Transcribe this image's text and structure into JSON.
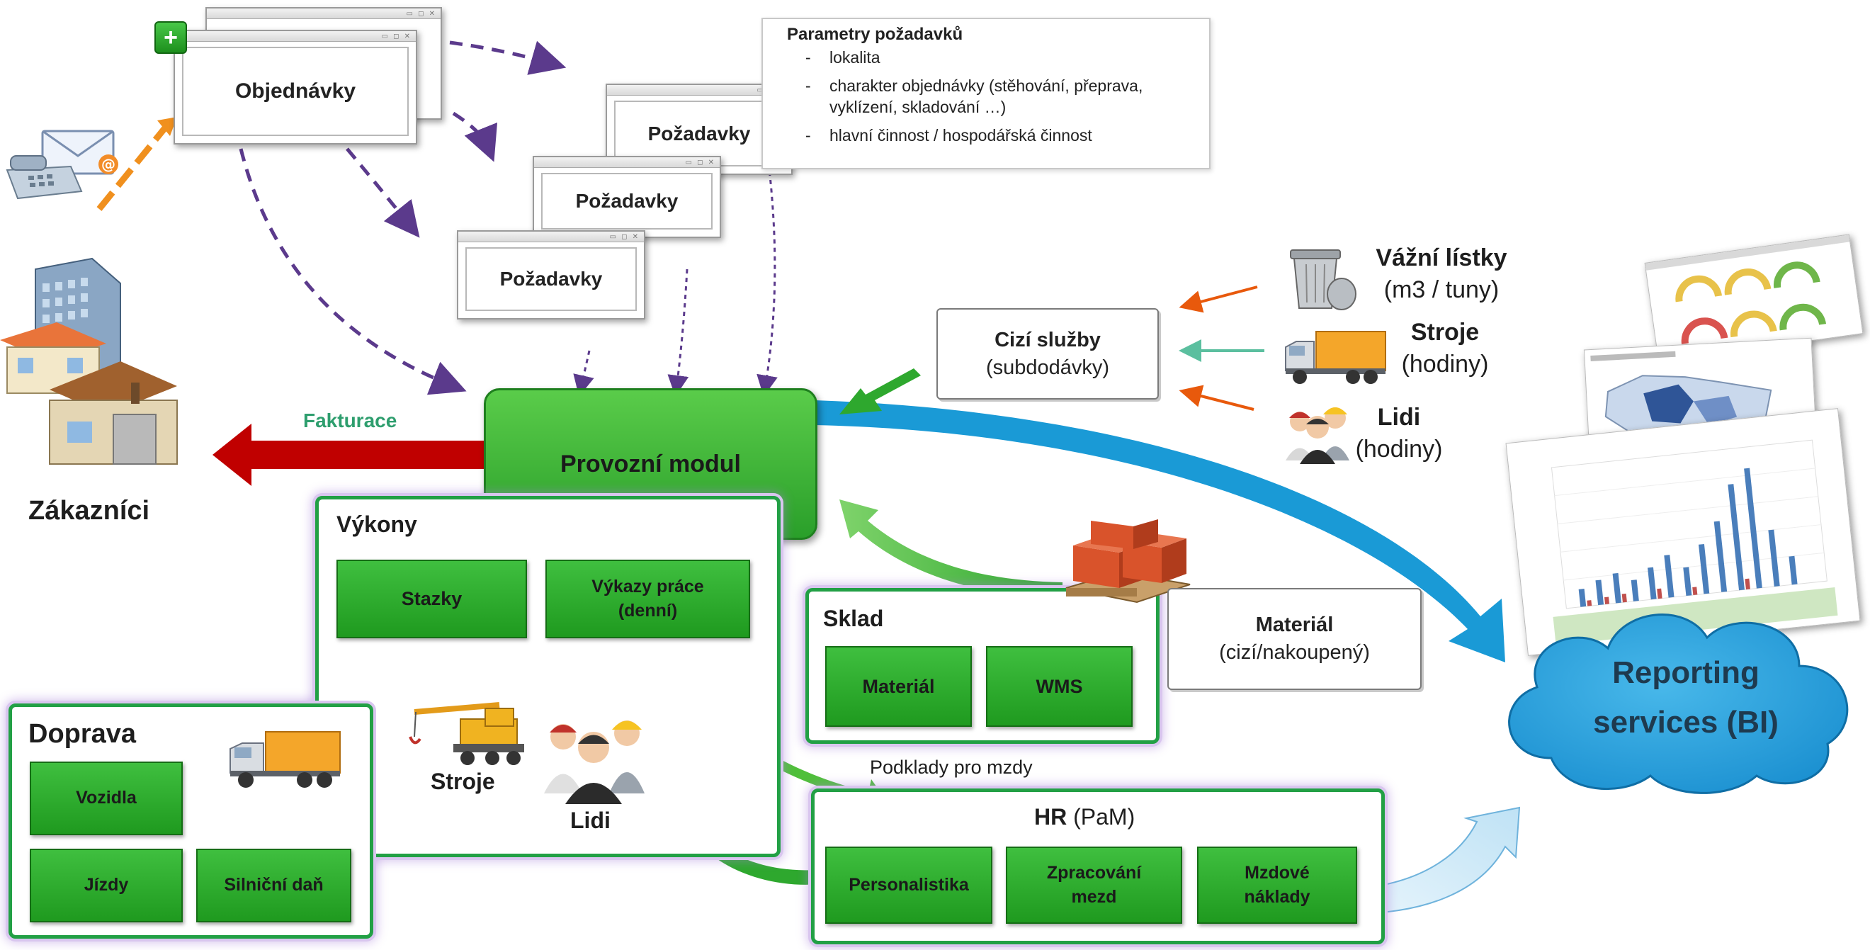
{
  "orders": {
    "title": "Objednávky"
  },
  "requests": {
    "label1": "Požadavky",
    "label2": "Požadavky",
    "label3": "Požadavky"
  },
  "params": {
    "title": "Parametry požadavků",
    "items": [
      "lokalita",
      "charakter objednávky (stěhování, přeprava, vyklízení, skladování …)",
      "hlavní činnost / hospodářská činnost"
    ]
  },
  "customers": {
    "label": "Zákazníci",
    "invoicing": "Fakturace"
  },
  "main_module": {
    "label": "Provozní modul"
  },
  "foreign_services": {
    "title": "Cizí služby",
    "subtitle": "(subdodávky)"
  },
  "inputs": {
    "weighing": {
      "title": "Vážní lístky",
      "unit": "(m3 / tuny)"
    },
    "machines": {
      "title": "Stroje",
      "unit": "(hodiny)"
    },
    "people": {
      "title": "Lidi",
      "unit": "(hodiny)"
    }
  },
  "vykony": {
    "title": "Výkony",
    "stazky": "Stazky",
    "vykazy_line1": "Výkazy práce",
    "vykazy_line2": "(denní)",
    "machines": "Stroje",
    "people": "Lidi"
  },
  "doprava": {
    "title": "Doprava",
    "vozidla": "Vozidla",
    "jizdy": "Jízdy",
    "dan": "Silniční daň"
  },
  "sklad": {
    "title": "Sklad",
    "material": "Materiál",
    "wms": "WMS"
  },
  "material_box": {
    "title": "Materiál",
    "subtitle": "(cizí/nakoupený)"
  },
  "payroll_note": "Podklady pro mzdy",
  "hr": {
    "title_bold": "HR",
    "title_rest": " (PaM)",
    "personalistika": "Personalistika",
    "zprac_line1": "Zpracování",
    "zprac_line2": "mezd",
    "mzd_line1": "Mzdové",
    "mzd_line2": "náklady"
  },
  "reporting": {
    "line1": "Reporting",
    "line2": "services (BI)"
  },
  "colors": {
    "green": "#2eae2e",
    "red_arrow": "#c00000",
    "blue_arrow": "#1a9ad6",
    "purple_dash": "#5b3a8c",
    "orange": "#e8590c",
    "teal": "#5bbf9f",
    "cloud": "#29a3dd"
  }
}
